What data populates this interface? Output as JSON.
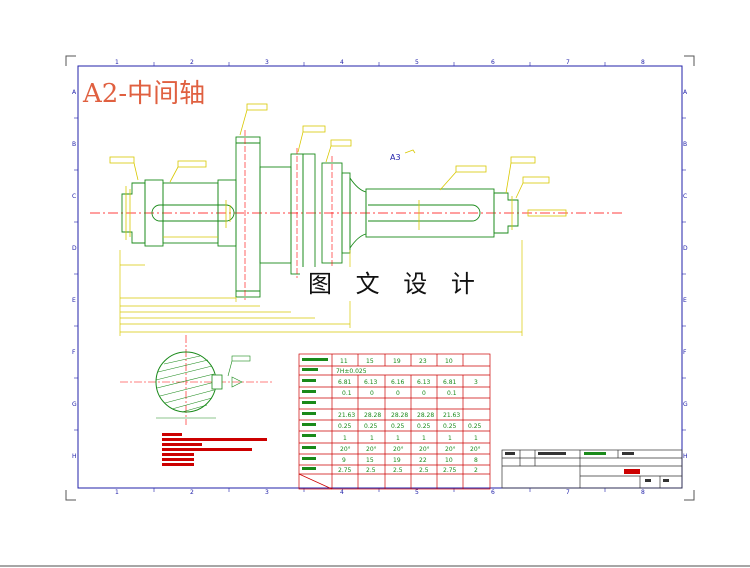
{
  "drawing": {
    "title": "A2-中间轴",
    "watermark": "图 文 设 计",
    "datum_label": "A3",
    "column_labels": [
      "1",
      "2",
      "3",
      "4",
      "5",
      "6",
      "7",
      "8"
    ],
    "row_labels": [
      "A",
      "B",
      "C",
      "D",
      "E",
      "F",
      "G",
      "H"
    ],
    "colors": {
      "outline": "#1a8a1a",
      "dimension": "#d8c800",
      "centerline": "#ff0000",
      "frame": "#2222aa",
      "table": "#cc0000",
      "table_text": "#1a8a1a"
    },
    "gear_table": {
      "header_row": [
        "11",
        "15",
        "19",
        "23",
        "10"
      ],
      "tolerance_text": "7H±0.025",
      "rows": [
        [
          "6.81",
          "6.13",
          "6.16",
          "6.13",
          "6.81",
          "3"
        ],
        [
          "0.1",
          "0",
          "0",
          "0",
          "0.1",
          ""
        ],
        [
          "",
          "",
          "",
          "",
          "",
          ""
        ],
        [
          "21.63",
          "28.28",
          "28.28",
          "28.28",
          "21.63",
          ""
        ],
        [
          "0.25",
          "0.25",
          "0.25",
          "0.25",
          "0.25",
          "0.25"
        ],
        [
          "1",
          "1",
          "1",
          "1",
          "1",
          "1"
        ],
        [
          "20°",
          "20°",
          "20°",
          "20°",
          "20°",
          "20°"
        ],
        [
          "9",
          "15",
          "19",
          "22",
          "10",
          "8"
        ],
        [
          "2.75",
          "2.5",
          "2.5",
          "2.5",
          "2.75",
          "2"
        ]
      ]
    }
  }
}
